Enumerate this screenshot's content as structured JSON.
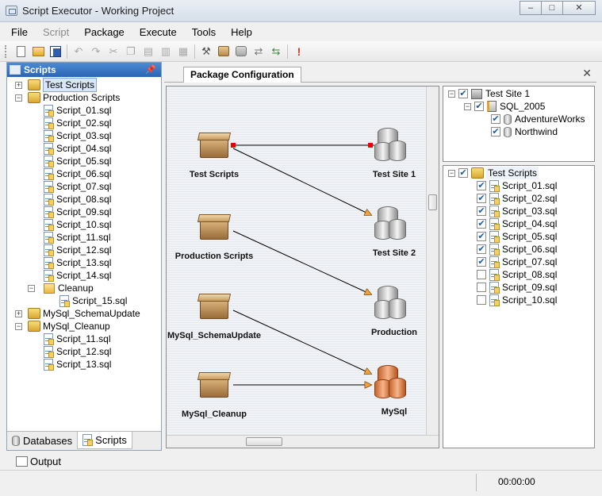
{
  "window": {
    "title": "Script Executor - Working Project",
    "min": "–",
    "max": "□",
    "close": "✕"
  },
  "menu": [
    "File",
    "Script",
    "Package",
    "Execute",
    "Tools",
    "Help"
  ],
  "left_panel": {
    "title": "Scripts",
    "tree": {
      "test_scripts": "Test Scripts",
      "production_scripts": "Production Scripts",
      "production_items": [
        "Script_01.sql",
        "Script_02.sql",
        "Script_03.sql",
        "Script_04.sql",
        "Script_05.sql",
        "Script_06.sql",
        "Script_07.sql",
        "Script_08.sql",
        "Script_09.sql",
        "Script_10.sql",
        "Script_11.sql",
        "Script_12.sql",
        "Script_13.sql",
        "Script_14.sql"
      ],
      "cleanup": "Cleanup",
      "cleanup_item": "Script_15.sql",
      "mysql_schema": "MySql_SchemaUpdate",
      "mysql_cleanup": "MySql_Cleanup",
      "mysql_cleanup_items": [
        "Script_11.sql",
        "Script_12.sql",
        "Script_13.sql"
      ]
    },
    "tabs": {
      "databases": "Databases",
      "scripts": "Scripts"
    }
  },
  "document": {
    "tab": "Package Configuration",
    "close": "✕"
  },
  "diagram": {
    "packages": [
      "Test Scripts",
      "Production Scripts",
      "MySql_SchemaUpdate",
      "MySql_Cleanup"
    ],
    "databases": [
      "Test Site 1",
      "Test Site 2",
      "Production",
      "MySql"
    ]
  },
  "sites_pane": {
    "site": "Test Site 1",
    "server": "SQL_2005",
    "databases": [
      "AdventureWorks",
      "Northwind"
    ]
  },
  "scripts_pane": {
    "root": "Test Scripts",
    "items": [
      {
        "name": "Script_01.sql",
        "checked": true
      },
      {
        "name": "Script_02.sql",
        "checked": true
      },
      {
        "name": "Script_03.sql",
        "checked": true
      },
      {
        "name": "Script_04.sql",
        "checked": true
      },
      {
        "name": "Script_05.sql",
        "checked": true
      },
      {
        "name": "Script_06.sql",
        "checked": true
      },
      {
        "name": "Script_07.sql",
        "checked": true
      },
      {
        "name": "Script_08.sql",
        "checked": false
      },
      {
        "name": "Script_09.sql",
        "checked": false
      },
      {
        "name": "Script_10.sql",
        "checked": false
      }
    ]
  },
  "output": {
    "label": "Output"
  },
  "status": {
    "time": "00:00:00"
  }
}
